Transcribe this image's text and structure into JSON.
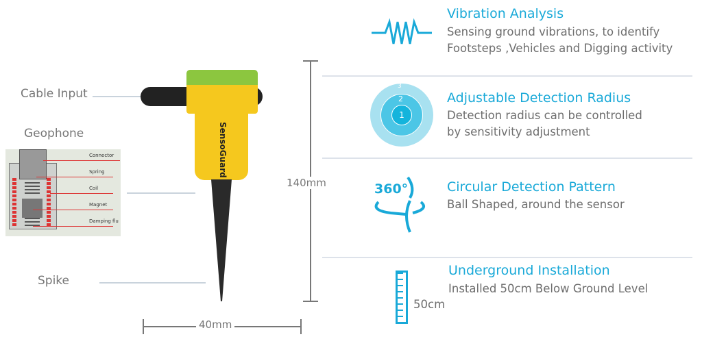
{
  "labels": {
    "cable_input": "Cable Input",
    "geophone": "Geophone",
    "spike": "Spike",
    "height": "140mm",
    "width": "40mm"
  },
  "geophone_diagram": {
    "parts": [
      "Connector",
      "Spring",
      "Coil",
      "Magnet",
      "Damping flu"
    ]
  },
  "device": {
    "logo": "SensoGuard"
  },
  "features": [
    {
      "icon": "waveform-icon",
      "title": "Vibration Analysis",
      "desc": [
        "Sensing ground vibrations, to identify",
        "Footsteps ,Vehicles and Digging activity"
      ]
    },
    {
      "icon": "radius-rings-icon",
      "title": "Adjustable Detection Radius",
      "desc": [
        "Detection radius can be controlled",
        "by sensitivity adjustment"
      ],
      "rings": [
        "1",
        "2",
        "3"
      ]
    },
    {
      "icon": "360-rotation-icon",
      "title": "Circular Detection Pattern",
      "desc": [
        "Ball Shaped, around the sensor"
      ],
      "icon_text": "360°"
    },
    {
      "icon": "ruler-icon",
      "title": "Underground Installation",
      "desc": [
        "Installed 50cm Below Ground Level"
      ],
      "icon_text": "50cm"
    }
  ],
  "colors": {
    "accent": "#19a9d8",
    "body": "#f5c81e",
    "cap": "#8cc63f",
    "text": "#6e6e6e"
  }
}
